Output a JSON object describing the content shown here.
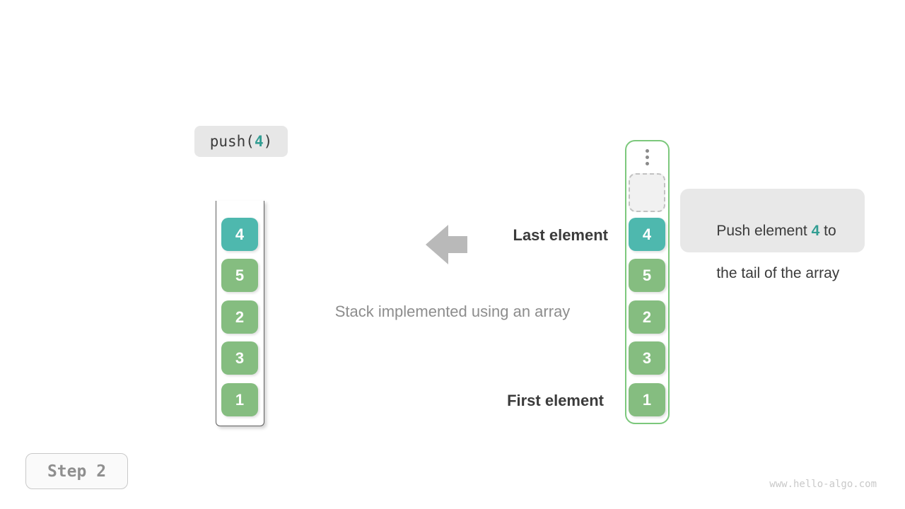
{
  "operation": {
    "prefix": "push(",
    "arg": "4",
    "suffix": ")"
  },
  "step_badge": {
    "label": "Step 2"
  },
  "watermark": "www.hello-algo.com",
  "labels": {
    "last": "Last element",
    "first": "First element",
    "caption": "Stack implemented using an array"
  },
  "annotation": {
    "l1a": "Push element ",
    "l1b": "4",
    "l1c": " to",
    "l2": "the tail of the array"
  },
  "left_stack": {
    "items": [
      {
        "value": "4",
        "highlight": true
      },
      {
        "value": "5",
        "highlight": false
      },
      {
        "value": "2",
        "highlight": false
      },
      {
        "value": "3",
        "highlight": false
      },
      {
        "value": "1",
        "highlight": false
      }
    ]
  },
  "right_stack": {
    "has_ellipsis": true,
    "has_empty_slot": true,
    "items": [
      {
        "value": "4",
        "highlight": true
      },
      {
        "value": "5",
        "highlight": false
      },
      {
        "value": "2",
        "highlight": false
      },
      {
        "value": "3",
        "highlight": false
      },
      {
        "value": "1",
        "highlight": false
      }
    ]
  },
  "colors": {
    "teal": "#4eb8ae",
    "teal-text": "#339e93",
    "green": "#85bd80",
    "green-border": "#7cc87c",
    "arrow-gray": "#b9b9b9",
    "text-dark": "#3b3b3b",
    "text-gray": "#8d8d8d",
    "bubble-bg": "#e8e8e8",
    "push-bg": "#e7e7e7",
    "badge-bg": "#fafafa",
    "badge-border": "#c9c9c9",
    "badge-text": "#8f8f8f",
    "watermark": "#c9c9c9"
  }
}
